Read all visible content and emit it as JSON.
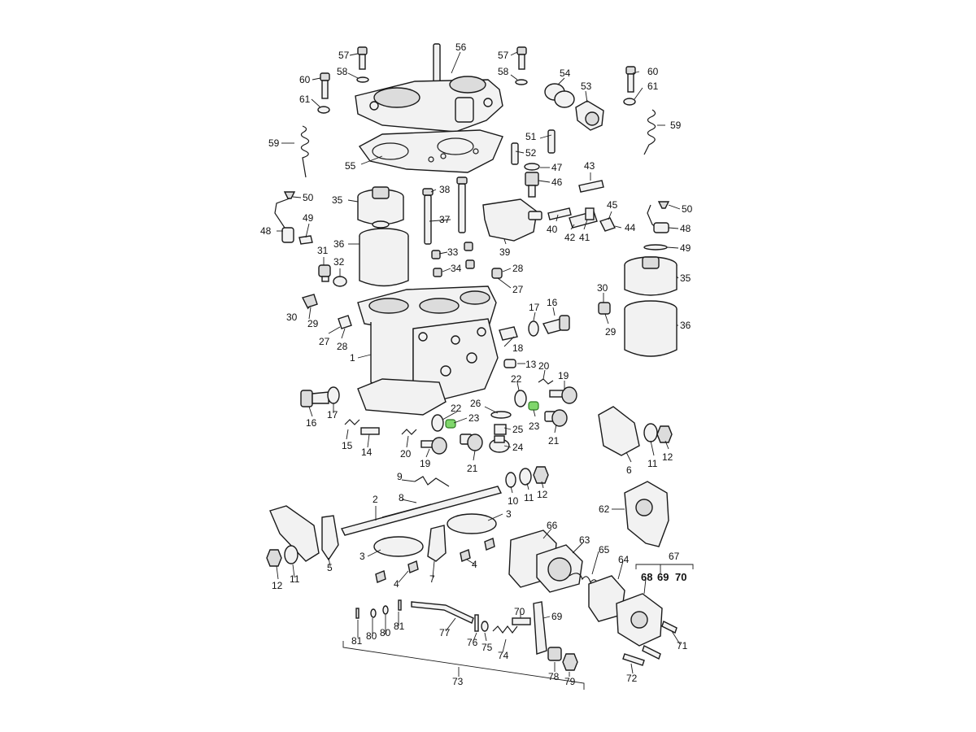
{
  "diagram": {
    "labels": {
      "l57a": "57",
      "l56": "56",
      "l57b": "57",
      "l58a": "58",
      "l58b": "58",
      "l60a": "60",
      "l61a": "61",
      "l59a": "59",
      "l55": "55",
      "l54": "54",
      "l53": "53",
      "l60b": "60",
      "l61b": "61",
      "l59b": "59",
      "l51": "51",
      "l52": "52",
      "l47": "47",
      "l46": "46",
      "l43": "43",
      "l50a": "50",
      "l35a": "35",
      "l38": "38",
      "l49a": "49",
      "l48a": "48",
      "l37": "37",
      "l45": "45",
      "l50b": "50",
      "l44": "44",
      "l48b": "48",
      "l40": "40",
      "l42": "42",
      "l41": "41",
      "l39": "39",
      "l49b": "49",
      "l36a": "36",
      "l31": "31",
      "l33": "33",
      "l32": "32",
      "l34": "34",
      "l28a": "28",
      "l27a": "27",
      "l35b": "35",
      "l30a": "30",
      "l29a": "29",
      "l30b": "30",
      "l17a": "17",
      "l16a": "16",
      "l29b": "29",
      "l36b": "36",
      "l27b": "27",
      "l28b": "28",
      "l18": "18",
      "l1": "1",
      "l13": "13",
      "l20a": "20",
      "l22a": "22",
      "l19a": "19",
      "l16b": "16",
      "l17b": "17",
      "l26": "26",
      "l22b": "22",
      "l23a": "23",
      "l23b": "23",
      "l15": "15",
      "l14": "14",
      "l25": "25",
      "l21a": "21",
      "l20b": "20",
      "l24": "24",
      "l6": "6",
      "l11a": "11",
      "l12a": "12",
      "l19b": "19",
      "l21b": "21",
      "l9": "9",
      "l10": "10",
      "l11b": "11",
      "l12b": "12",
      "l2": "2",
      "l8": "8",
      "l62": "62",
      "l3a": "3",
      "l66": "66",
      "l3b": "3",
      "l63": "63",
      "l65": "65",
      "l67": "67",
      "l12c": "12",
      "l11c": "11",
      "l5": "5",
      "l7": "7",
      "l4a": "4",
      "l4b": "4",
      "l64": "64",
      "l68": "68",
      "l69a": "69",
      "l70a": "70",
      "l70b": "70",
      "l69b": "69",
      "l71": "71",
      "l81a": "81",
      "l80a": "80",
      "l80b": "80",
      "l81b": "81",
      "l77": "77",
      "l76": "76",
      "l75": "75",
      "l74": "74",
      "l72": "72",
      "l78": "78",
      "l79": "79",
      "l73": "73"
    },
    "colors": {
      "line": "#1a1a1a",
      "highlight": "#7fd66b"
    }
  }
}
